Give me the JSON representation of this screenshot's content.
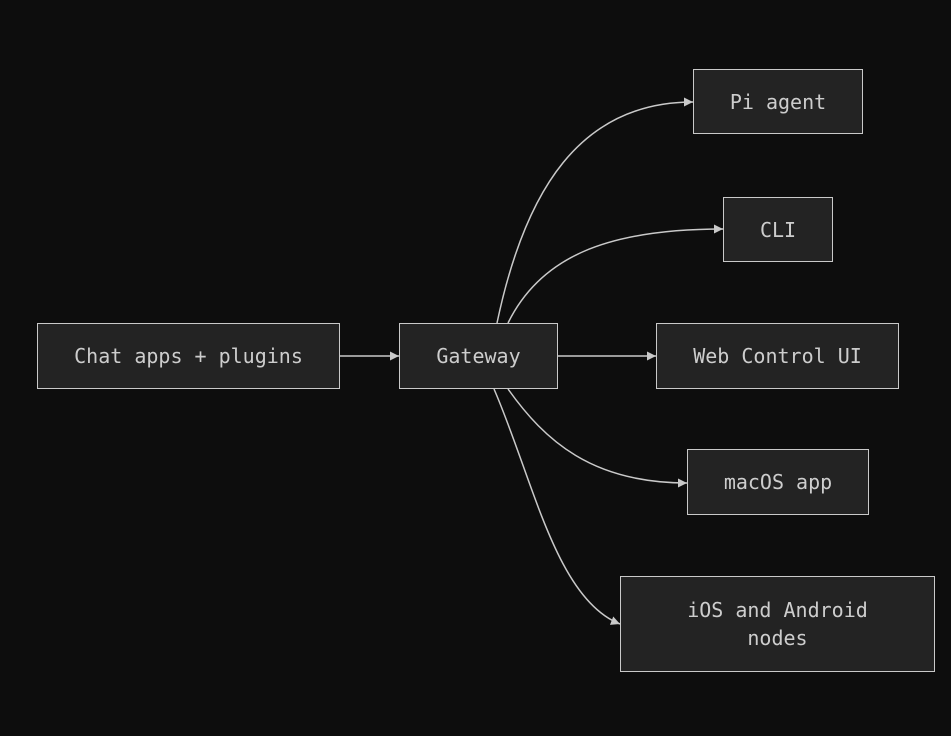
{
  "diagram": {
    "background_color": "#0d0d0d",
    "node_fill_color": "#232323",
    "node_border_color": "#c9c9c9",
    "text_color": "#cdcdcd",
    "edge_color": "#c9c9c9",
    "nodes": {
      "chat_apps": {
        "label": "Chat apps + plugins"
      },
      "gateway": {
        "label": "Gateway"
      },
      "pi_agent": {
        "label": "Pi agent"
      },
      "cli": {
        "label": "CLI"
      },
      "web_control_ui": {
        "label": "Web Control UI"
      },
      "macos_app": {
        "label": "macOS app"
      },
      "ios_android": {
        "label": "iOS and Android nodes"
      }
    },
    "edges": [
      {
        "from": "Chat apps + plugins",
        "to": "Gateway"
      },
      {
        "from": "Gateway",
        "to": "Pi agent"
      },
      {
        "from": "Gateway",
        "to": "CLI"
      },
      {
        "from": "Gateway",
        "to": "Web Control UI"
      },
      {
        "from": "Gateway",
        "to": "macOS app"
      },
      {
        "from": "Gateway",
        "to": "iOS and Android nodes"
      }
    ]
  }
}
